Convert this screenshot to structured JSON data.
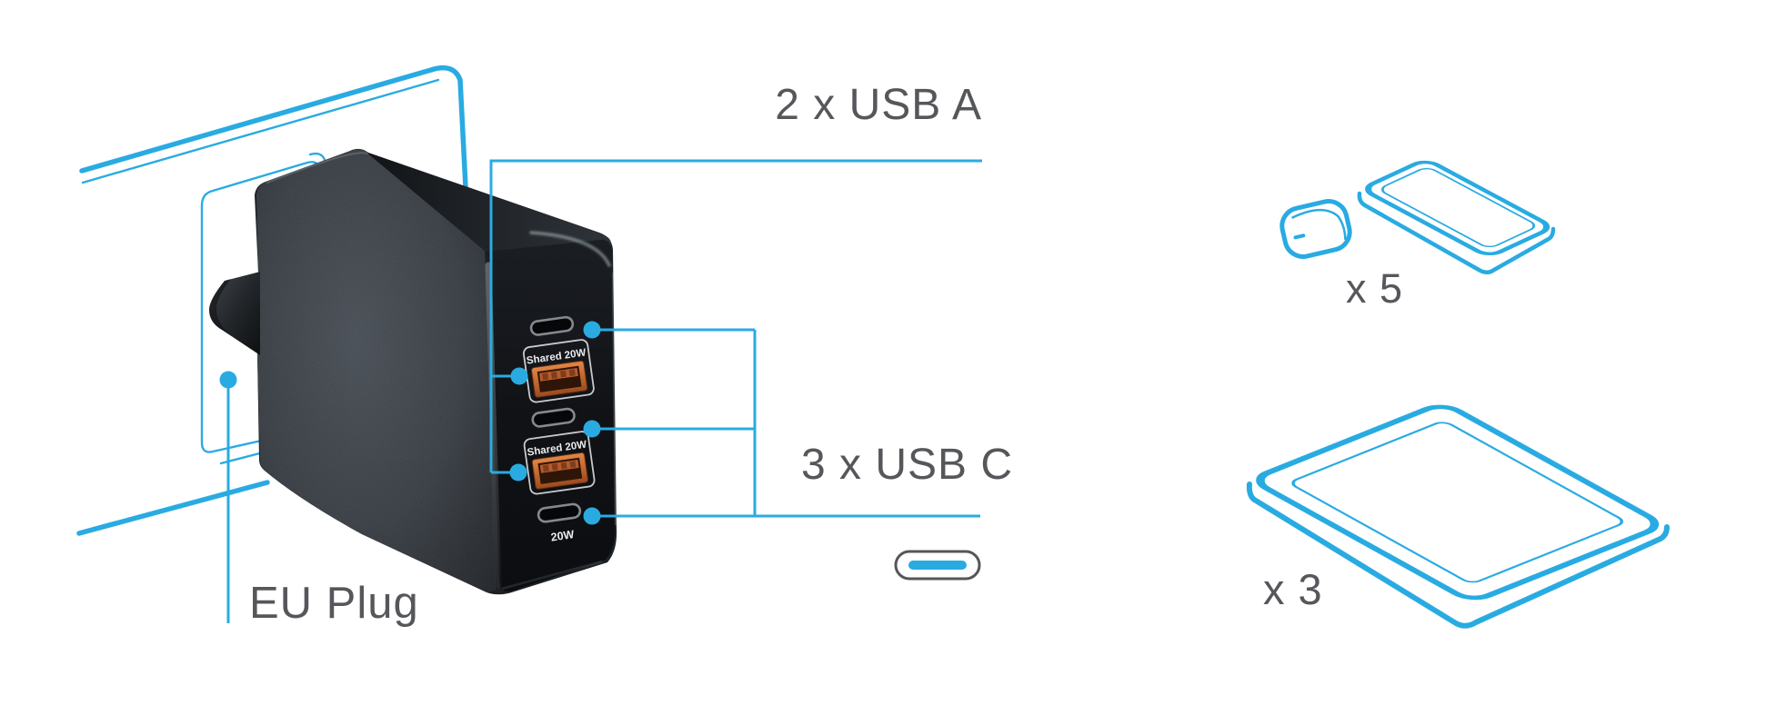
{
  "diagram_type": "product-feature-callout-diagram",
  "labels": {
    "usb_a": "2 x USB A",
    "usb_c": "3 x USB C",
    "eu_plug": "EU Plug"
  },
  "charger": {
    "port_groups": [
      {
        "ports": [
          "USB-C",
          "USB-A"
        ],
        "label": "Shared 20W"
      },
      {
        "ports": [
          "USB-C",
          "USB-A"
        ],
        "label": "Shared 20W"
      },
      {
        "ports": [
          "USB-C"
        ],
        "label": "20W"
      }
    ]
  },
  "device_groups": [
    {
      "devices": [
        "earbuds-case",
        "smartphone"
      ],
      "count_label": "x 5"
    },
    {
      "devices": [
        "tablet"
      ],
      "count_label": "x 3"
    }
  ],
  "icons": [
    "wall-socket-outline",
    "eu-plug-prong",
    "usb-c-port-icon",
    "usb-a-port-icon",
    "usb-c-connector-icon",
    "earbuds-case-icon",
    "smartphone-icon",
    "tablet-icon",
    "callout-dot"
  ],
  "colors": {
    "accent_blue": "#29ABE2",
    "label_gray": "#55575B",
    "usb_a_orange": "#C4652F",
    "connector_outline_gray": "#54565A",
    "charger_black": "#17191D",
    "port_text_white": "#ECECEE"
  }
}
